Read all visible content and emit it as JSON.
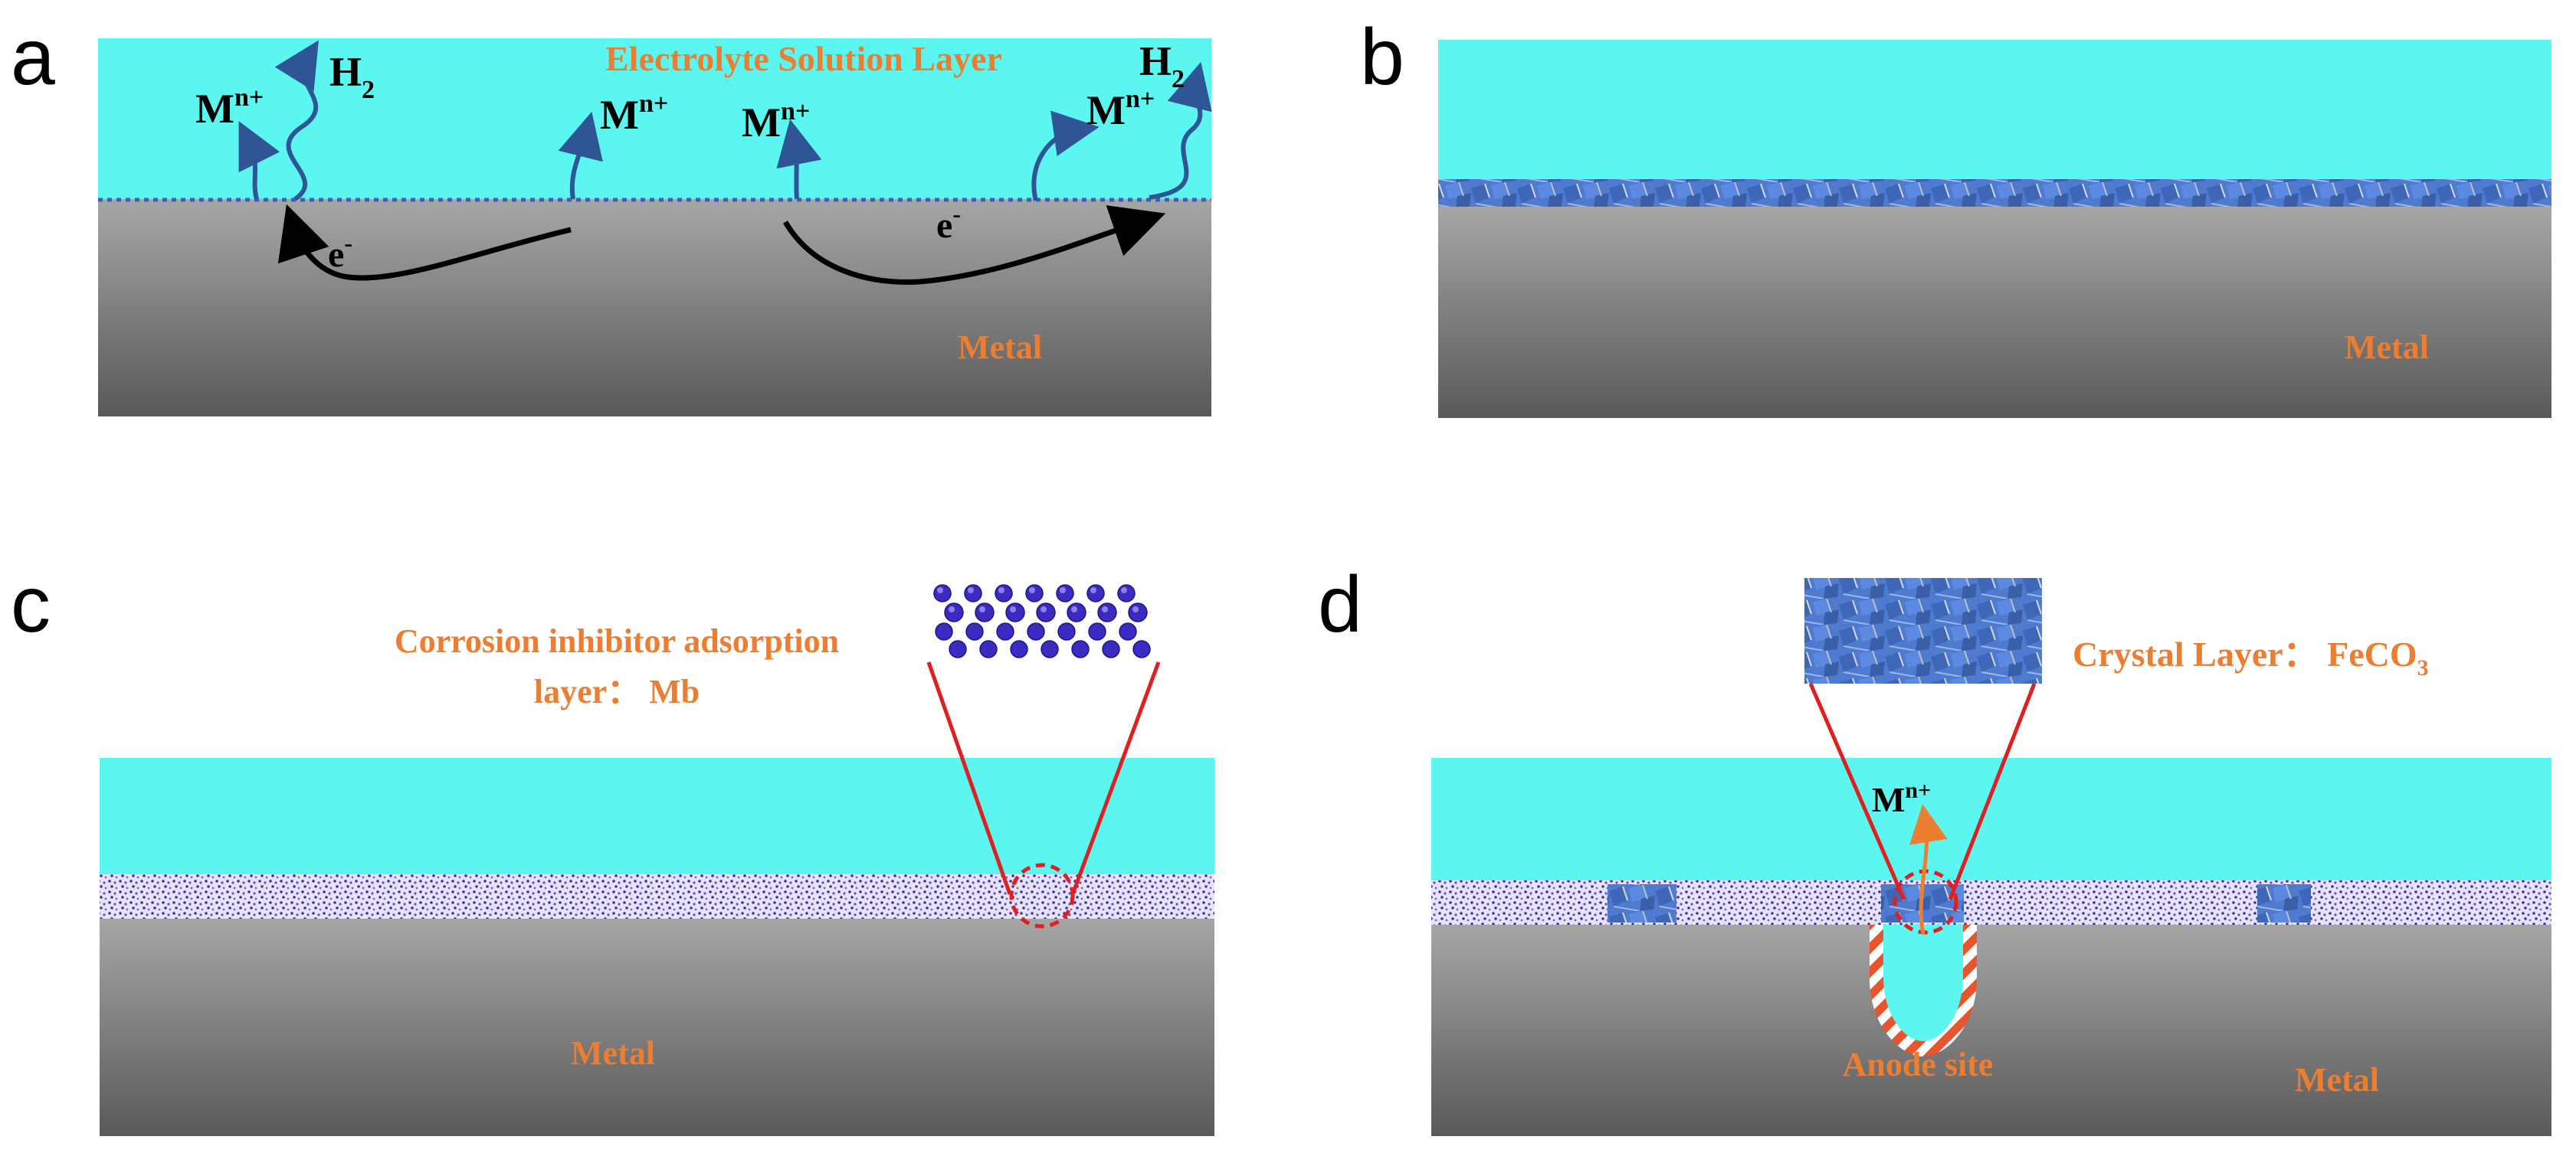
{
  "colors": {
    "electrolyte": "#5CF6F0",
    "metal_top": "#A6A6A6",
    "metal_bottom": "#5A5A5A",
    "label_orange": "#ED7D31",
    "ion_arrow": "#2F5597",
    "crystal_blue": "#4472C4",
    "inhibitor_dots": "#3A2FB0",
    "pointer_red": "#E02020",
    "electron_arrow": "#000000"
  },
  "panels": {
    "a": {
      "letter": "a",
      "electrolyte_label": "Electrolyte Solution Layer",
      "metal_label": "Metal",
      "ion_base": "M",
      "ion_charge": "n+",
      "h2_base": "H",
      "h2_sub": "2",
      "electron_base": "e",
      "electron_charge": "-"
    },
    "b": {
      "letter": "b",
      "metal_label": "Metal"
    },
    "c": {
      "letter": "c",
      "inhibitor_label_line1": "Corrosion inhibitor adsorption",
      "inhibitor_label_line2": "layer： Mb",
      "metal_label": "Metal"
    },
    "d": {
      "letter": "d",
      "crystal_label_main": "Crystal Layer： FeCO",
      "crystal_label_sub": "3",
      "ion_base": "M",
      "ion_charge": "n+",
      "anode_label": "Anode site",
      "metal_label": "Metal"
    }
  }
}
